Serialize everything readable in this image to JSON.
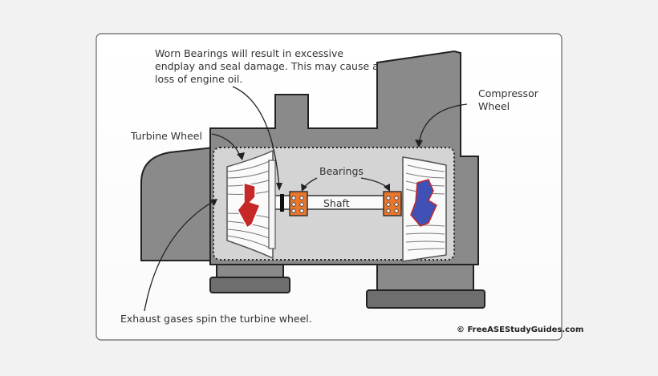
{
  "diagram": {
    "labels": {
      "worn_bearings": [
        "Worn Bearings will result in excessive",
        "endplay and seal damage. This may cause a",
        "loss of engine oil."
      ],
      "compressor_wheel": [
        "Compressor",
        "Wheel"
      ],
      "turbine_wheel": "Turbine Wheel",
      "bearings": "Bearings",
      "shaft": "Shaft",
      "exhaust": "Exhaust gases spin the turbine wheel."
    },
    "credit": "© FreeASEStudyGuides.com"
  },
  "colors": {
    "housing": "#8a8a8a",
    "housing_dark": "#6e6e6e",
    "inner": "#d4d4d4",
    "bearing": "#e8762d",
    "turbine_arrow": "#c62828",
    "compressor_arrow": "#3f51b5"
  }
}
